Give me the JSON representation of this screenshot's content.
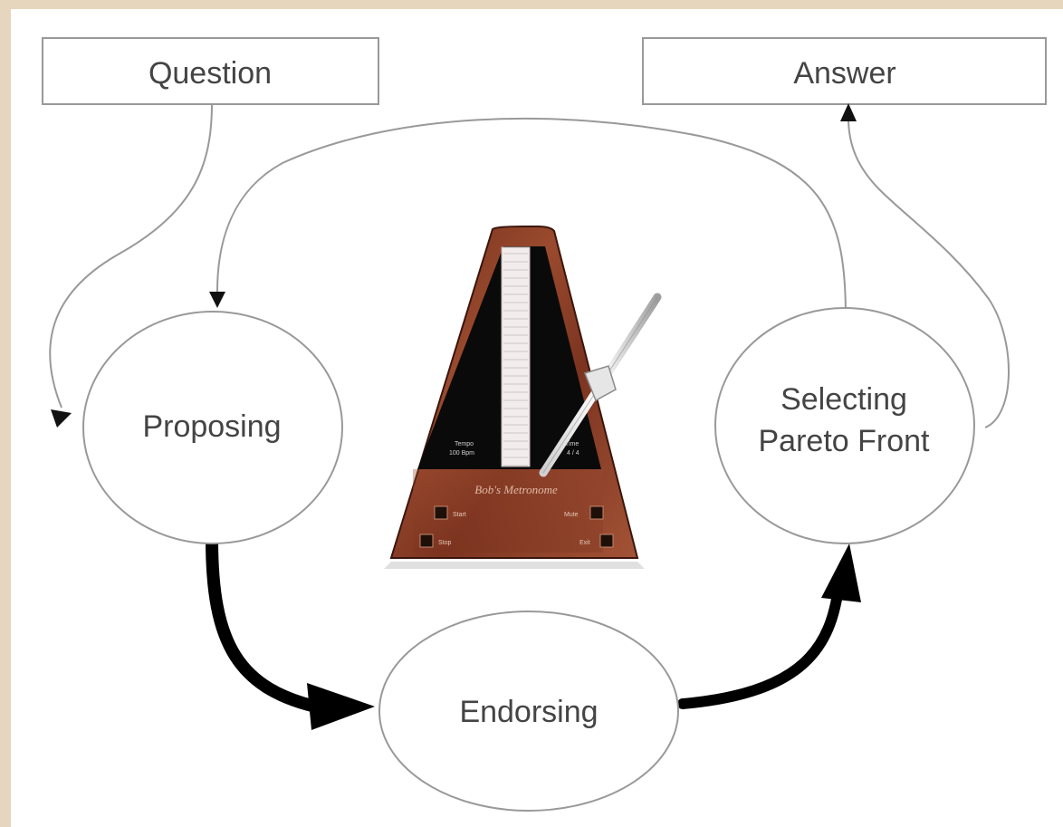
{
  "diagram": {
    "nodes": {
      "question": "Question",
      "answer": "Answer",
      "proposing": "Proposing",
      "endorsing": "Endorsing",
      "selecting_line1": "Selecting",
      "selecting_line2": "Pareto Front"
    },
    "metronome": {
      "icon": "metronome-icon",
      "tempo_label": "Tempo",
      "tempo_value": "100 Bpm",
      "time_label": "Time",
      "time_value": "4 / 4",
      "brand": "Bob's Metronome",
      "buttons": {
        "start": "Start",
        "mute": "Mute",
        "stop": "Stop",
        "exit": "Exit"
      }
    },
    "colors": {
      "outline": "#999999",
      "thick_arrow": "#000000",
      "metronome_wood": "#8a3e26",
      "page_border": "#e6d6bd"
    }
  }
}
